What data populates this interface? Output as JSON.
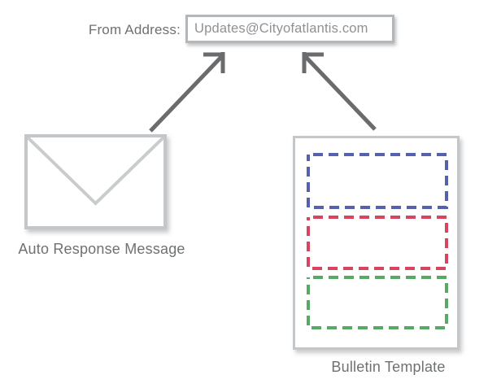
{
  "from_address": {
    "label": "From Address:",
    "value": "Updates@Cityofatlantis.com"
  },
  "auto_response_message": {
    "label": "Auto Response Message",
    "icon": "envelope-icon"
  },
  "bulletin_template": {
    "label": "Bulletin Template",
    "icon": "document-page-icon",
    "section_colors": [
      "#5661ae",
      "#d84460",
      "#57a963"
    ]
  },
  "colors": {
    "border_gray": "#c4c7c9",
    "flap_gray": "#c9cccd",
    "input_border": "#b4b7ba",
    "label_text": "#6e7173",
    "input_text": "#8e9194",
    "arrow_gray": "#696b6d",
    "dash_blue": "#5661ae",
    "dash_red": "#d84460",
    "dash_green": "#57a963",
    "background": "#ffffff"
  }
}
